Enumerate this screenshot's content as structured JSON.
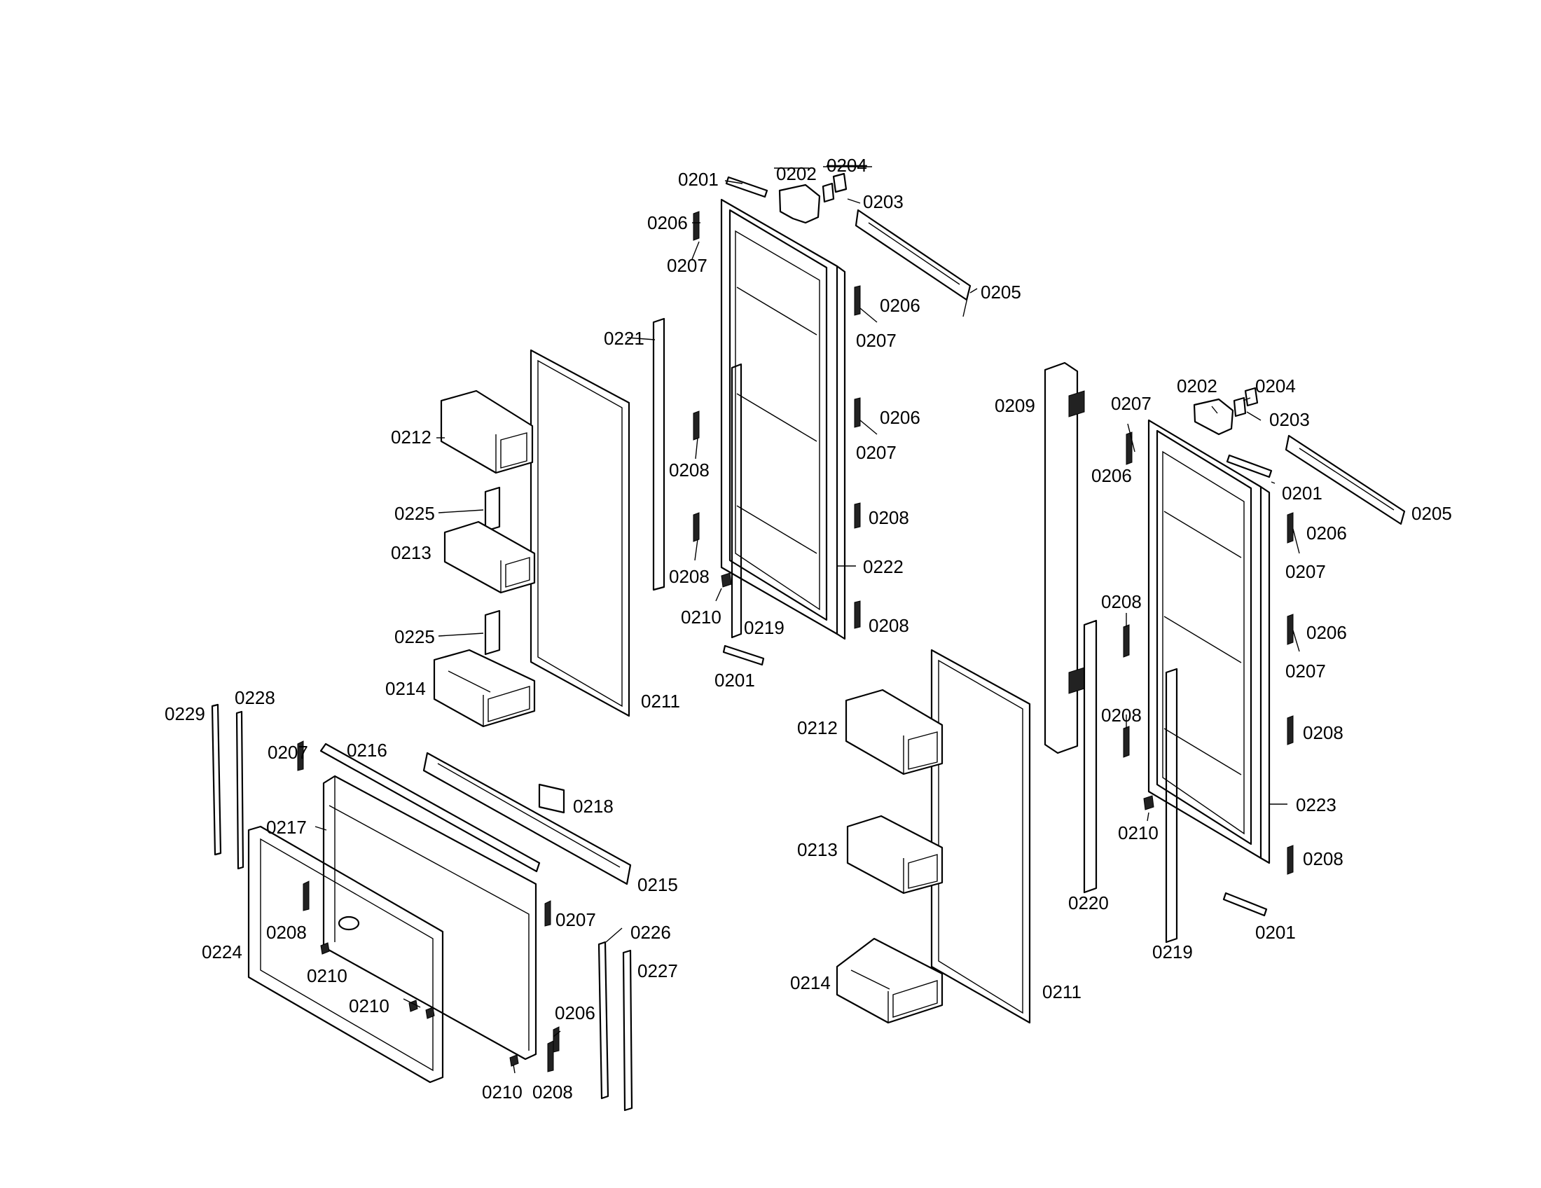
{
  "labels": {
    "l0201a": "0201",
    "l0202a": "0202",
    "l0204a": "0204",
    "l0203a": "0203",
    "l0206a": "0206",
    "l0207a": "0207",
    "l0205a": "0205",
    "l0206b": "0206",
    "l0207b": "0207",
    "l0221": "0221",
    "l0206c": "0206",
    "l0207c": "0207",
    "l0212a": "0212",
    "l0208a": "0208",
    "l0225a": "0225",
    "l0208b": "0208",
    "l0213a": "0213",
    "l0222": "0222",
    "l0208c": "0208",
    "l0210a": "0210",
    "l0219a": "0219",
    "l0208d": "0208",
    "l0225b": "0225",
    "l0201b": "0201",
    "l0214a": "0214",
    "l0211a": "0211",
    "l0229": "0229",
    "l0228": "0228",
    "l0207d": "0207",
    "l0216": "0216",
    "l0218": "0218",
    "l0217": "0217",
    "l0215": "0215",
    "l0207e": "0207",
    "l0208e": "0208",
    "l0226": "0226",
    "l0224": "0224",
    "l0210b": "0210",
    "l0227": "0227",
    "l0210c": "0210",
    "l0206d": "0206",
    "l0210d": "0210",
    "l0208f": "0208",
    "l0209": "0209",
    "l0202b": "0202",
    "l0204b": "0204",
    "l0207f": "0207",
    "l0203b": "0203",
    "l0206e": "0206",
    "l0201c": "0201",
    "l0205b": "0205",
    "l0206f": "0206",
    "l0207g": "0207",
    "l0208g": "0208",
    "l0206g": "0206",
    "l0207h": "0207",
    "l0208h": "0208",
    "l0212b": "0212",
    "l0208i": "0208",
    "l0223": "0223",
    "l0210e": "0210",
    "l0213b": "0213",
    "l0220": "0220",
    "l0208j": "0208",
    "l0201d": "0201",
    "l0219b": "0219",
    "l0214b": "0214",
    "l0211b": "0211"
  }
}
